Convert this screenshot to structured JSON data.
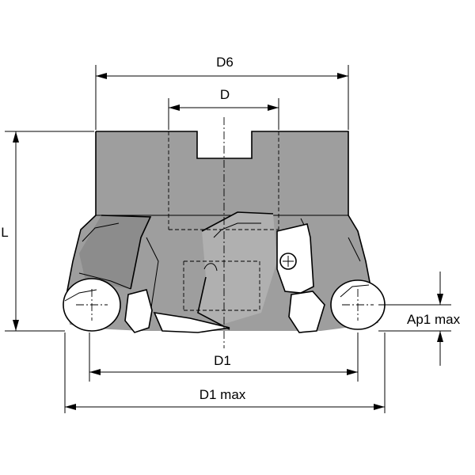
{
  "dimensions": {
    "d6": "D6",
    "d": "D",
    "l": "L",
    "d1": "D1",
    "d1_max": "D1 max",
    "ap1_max": "Ap1 max"
  },
  "colors": {
    "body": "#9e9e9e",
    "body_dark": "#808080",
    "line": "#000000",
    "background": "#ffffff"
  }
}
